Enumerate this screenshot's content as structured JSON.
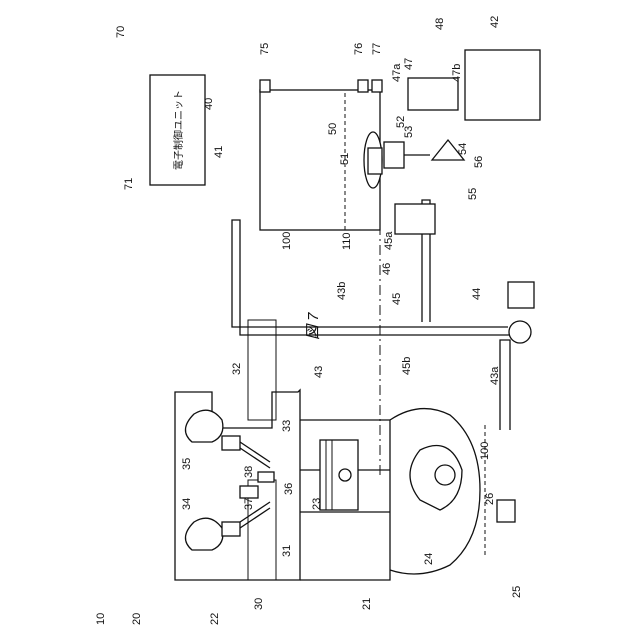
{
  "figure_title": "図 7",
  "ecu_label": "電子制御ユニット",
  "labels": [
    "10",
    "20",
    "21",
    "22",
    "23",
    "24",
    "25",
    "26",
    "30",
    "31",
    "32",
    "33",
    "34",
    "35",
    "36",
    "37",
    "38",
    "40",
    "41",
    "42",
    "43",
    "43a",
    "43b",
    "44",
    "45",
    "45a",
    "45b",
    "46",
    "47",
    "47a",
    "47b",
    "48",
    "50",
    "51",
    "52",
    "53",
    "54",
    "55",
    "56",
    "70",
    "71",
    "75",
    "76",
    "77",
    "100",
    "100",
    "110"
  ]
}
